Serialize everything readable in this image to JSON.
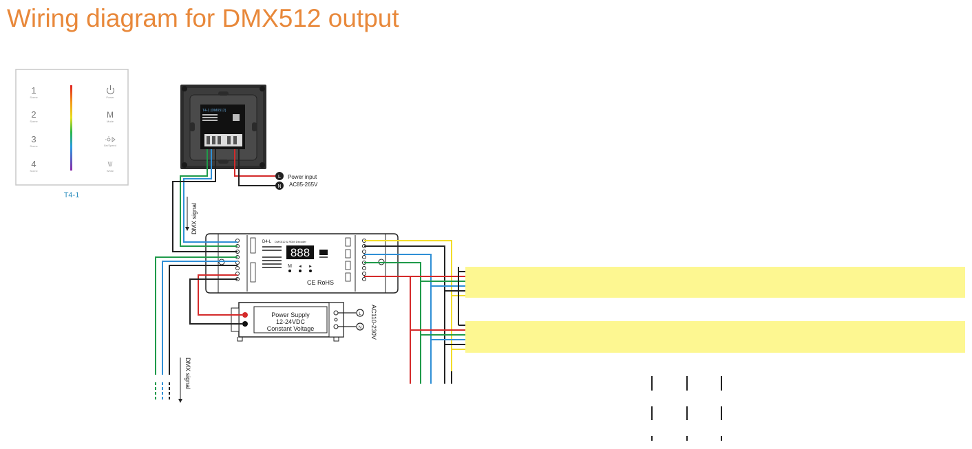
{
  "title": "Wiring diagram for DMX512 output",
  "colors": {
    "title": "#e8883a",
    "wire_red": "#d42a2a",
    "wire_green": "#1f9a4a",
    "wire_blue": "#2f8fd6",
    "wire_black": "#222222",
    "wire_yellow": "#f2dc2a",
    "strip": "#fdf791",
    "panel_label": "#2f8fbf"
  },
  "panel": {
    "model": "T4-1",
    "scenes": [
      {
        "num": "1",
        "sub": "Scene"
      },
      {
        "num": "2",
        "sub": "Scene"
      },
      {
        "num": "3",
        "sub": "Scene"
      },
      {
        "num": "4",
        "sub": "Scene"
      }
    ],
    "right_labels": [
      "Power",
      "Mode",
      "Brt/Speed",
      "White"
    ],
    "mode_letter": "M"
  },
  "back_panel": {
    "model_text": "T4-1 (DMX512)"
  },
  "power_input": {
    "l": "L",
    "n": "N",
    "label": "Power input",
    "voltage": "AC85-265V"
  },
  "dmx_signal_label": "DMX signal",
  "decoder": {
    "model": "D4-L",
    "name": "DMX512 & RDM Decoder",
    "display": "888",
    "buttons": [
      "M",
      "◄",
      "►"
    ],
    "cert": "CE RoHS"
  },
  "power_supply": {
    "line1": "Power Supply",
    "line2": "12-24VDC",
    "line3": "Constant Voltage",
    "ac_label": "AC110-230V",
    "l": "L",
    "n": "N"
  }
}
